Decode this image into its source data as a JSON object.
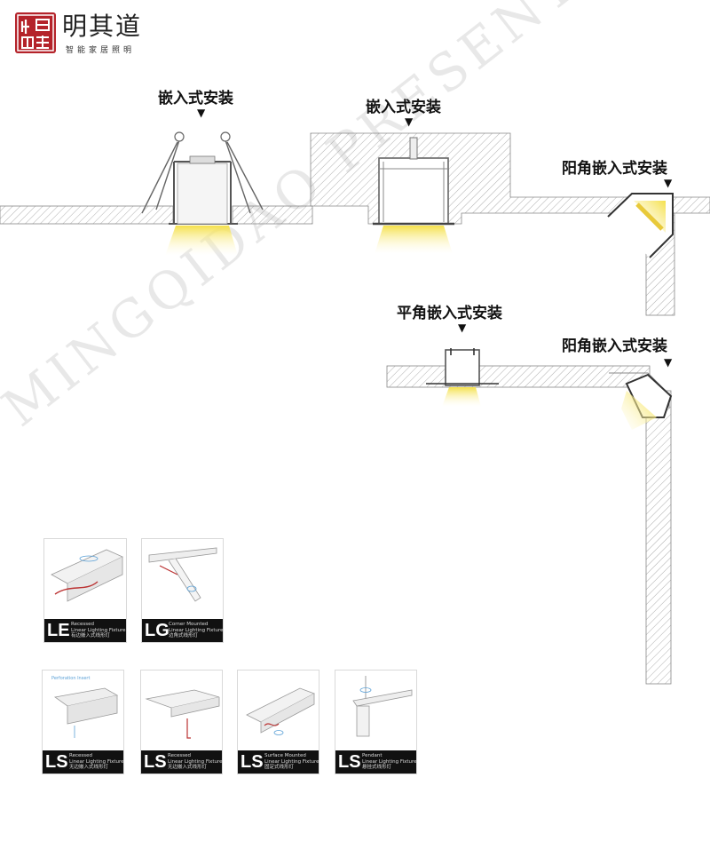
{
  "header": {
    "brand_name": "明其道",
    "brand_subtitle": "智能家居照明"
  },
  "labels": {
    "recessed_1": "嵌入式安装",
    "recessed_2": "嵌入式安装",
    "outside_corner_1": "阳角嵌入式安装",
    "flat_corner": "平角嵌入式安装",
    "outside_corner_2": "阳角嵌入式安装",
    "pointer": "▼"
  },
  "watermark": "MINGQIDAO PRESENTS",
  "thumbnails": [
    {
      "code": "LE",
      "line1": "Recessed",
      "line2": "Linear Lighting Fixture",
      "line3": "有边嵌入式线形灯"
    },
    {
      "code": "LG",
      "line1": "Corner Mounted",
      "line2": "Linear Lighting Fixture",
      "line3": "边角式线形灯"
    },
    {
      "code": "LS",
      "line1": "Recessed",
      "line2": "Linear Lighting Fixture",
      "line3": "无边嵌入式线形灯",
      "top_note": "Perforation Insert"
    },
    {
      "code": "LS",
      "line1": "Recessed",
      "line2": "Linear Lighting Fixture",
      "line3": "无边嵌入式线形灯"
    },
    {
      "code": "LS",
      "line1": "Surface Mounted",
      "line2": "Linear Lighting Fixture",
      "line3": "固定式线形灯"
    },
    {
      "code": "LS",
      "line1": "Pendant",
      "line2": "Linear Lighting Fixture",
      "line3": "悬挂式线形灯"
    }
  ],
  "colors": {
    "seal_red": "#b4232a",
    "light_yellow": "#f5e66a",
    "wall_hatch": "#888888",
    "band_black": "#111111"
  }
}
